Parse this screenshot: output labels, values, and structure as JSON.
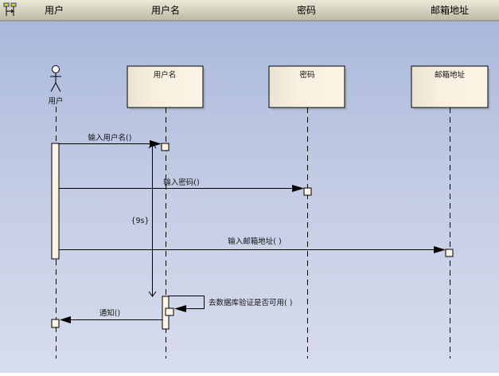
{
  "header": {
    "icon": "sequence-diagram-icon",
    "columns": [
      "用户",
      "用户名",
      "密码",
      "邮箱地址"
    ]
  },
  "diagram": {
    "actor": {
      "label": "用户",
      "icon": "actor-stick-figure-icon"
    },
    "lifelines": [
      {
        "label": "用户名"
      },
      {
        "label": "密码"
      },
      {
        "label": "邮箱地址"
      }
    ],
    "messages": [
      {
        "label": "输入用户名()",
        "from": "用户",
        "to": "用户名"
      },
      {
        "label": "输入密码()",
        "from": "用户",
        "to": "密码"
      },
      {
        "label": "输入邮箱地址( )",
        "from": "用户",
        "to": "邮箱地址"
      },
      {
        "label": "去数据库验证是否可用( )",
        "from": "用户名",
        "to": "用户名"
      },
      {
        "label": "通知()",
        "from": "用户名",
        "to": "用户"
      }
    ],
    "duration_constraint": "{9s}",
    "colors": {
      "box_fill": "#f6eedd",
      "activation_fill": "#fdf3e6",
      "line": "#000000"
    }
  }
}
